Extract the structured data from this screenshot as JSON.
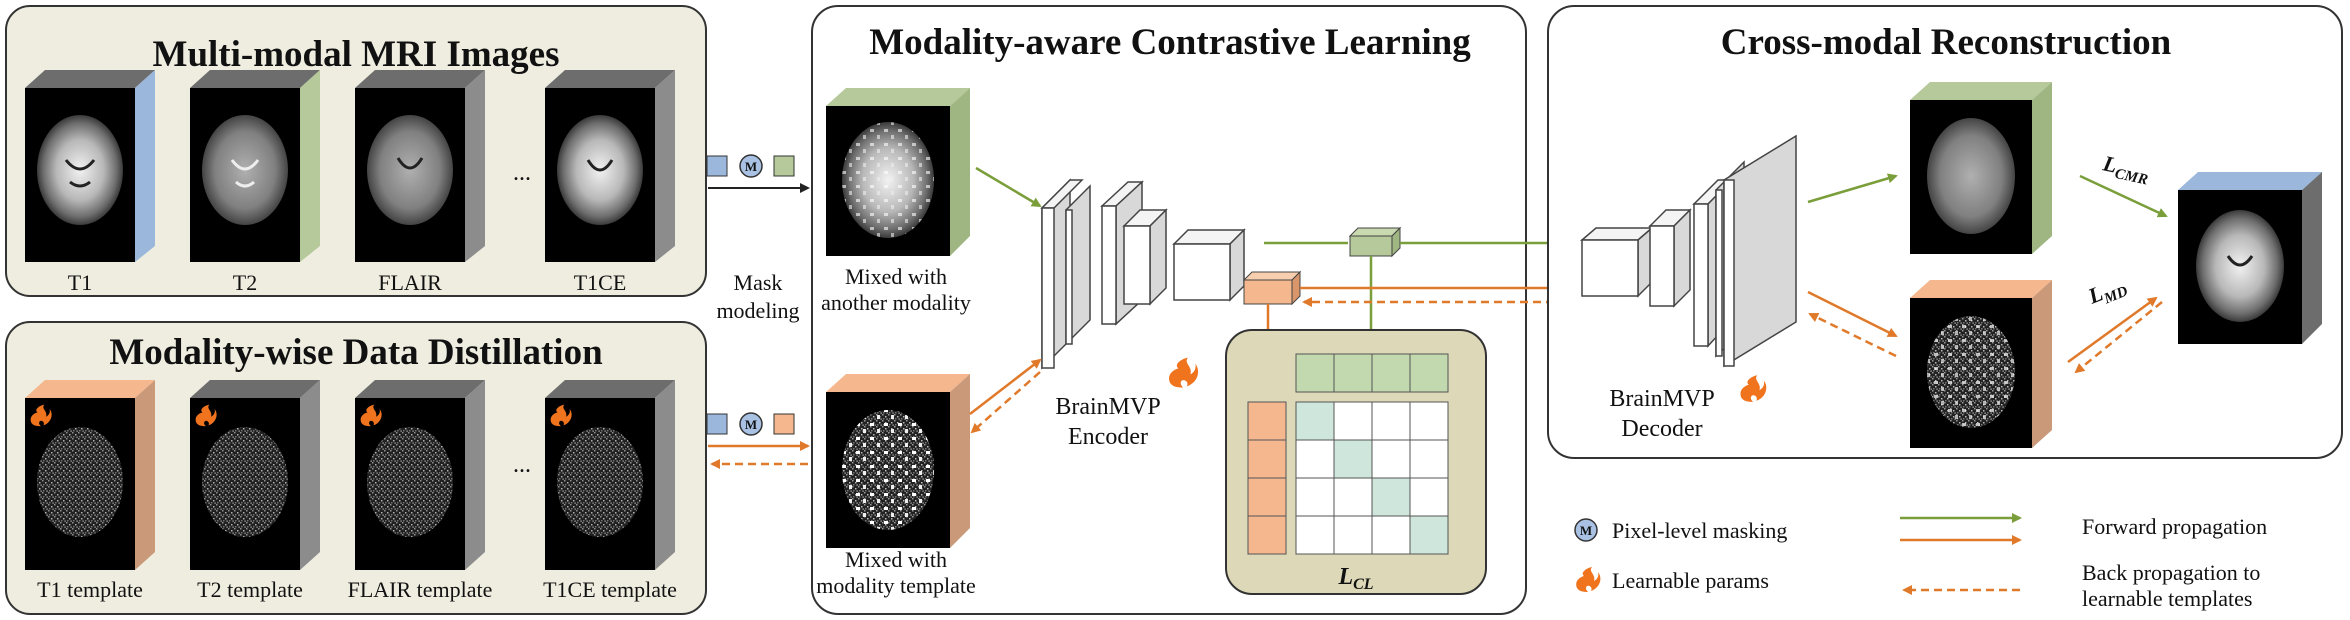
{
  "panels": {
    "mri_images_title": "Multi-modal MRI Images",
    "distillation_title": "Modality-wise Data Distillation",
    "contrastive_title": "Modality-aware Contrastive Learning",
    "reconstruction_title": "Cross-modal Reconstruction"
  },
  "mri_images": {
    "labels": [
      "T1",
      "T2",
      "FLAIR",
      "T1CE"
    ],
    "ellipsis": "..."
  },
  "templates": {
    "labels": [
      "T1 template",
      "T2 template",
      "FLAIR template",
      "T1CE template"
    ],
    "ellipsis": "..."
  },
  "mask_modeling": {
    "line1": "Mask",
    "line2": "modeling",
    "mask_symbol": "M"
  },
  "inputs": {
    "mixed_modality": [
      "Mixed with",
      "another modality"
    ],
    "mixed_template": [
      "Mixed with",
      "modality template"
    ]
  },
  "encoder": {
    "line1": "BrainMVP",
    "line2": "Encoder"
  },
  "decoder": {
    "line1": "BrainMVP",
    "line2": "Decoder"
  },
  "losses": {
    "cl": "L",
    "cl_sub": "CL",
    "cmr": "L",
    "cmr_sub": "CMR",
    "md": "L",
    "md_sub": "MD"
  },
  "legend": {
    "pixel_masking": "Pixel-level masking",
    "learnable_params": "Learnable params",
    "forward": "Forward propagation",
    "back_line1": "Back propagation to",
    "back_line2": "learnable templates",
    "mask_symbol": "M"
  },
  "colors": {
    "forward_green": "#7a9e3a",
    "backward_orange": "#e07a2a",
    "t1_blue": "#9bb8dc",
    "t2_green": "#b5c99a",
    "template_peach": "#f5b88e",
    "panel_fill": "#efede0",
    "cl_panel_fill": "#dcd8b8",
    "matrix_green": "#c2d9b0",
    "matrix_diag": "#cfe6dc"
  }
}
